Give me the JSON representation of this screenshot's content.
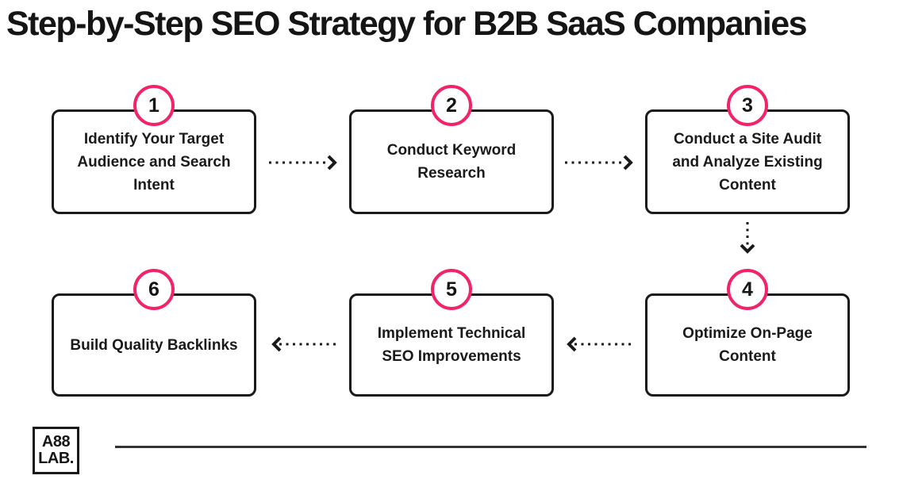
{
  "title": "Step-by-Step SEO Strategy for B2B SaaS Companies",
  "steps": [
    {
      "number": "1",
      "label": "Identify Your Target Audience and Search Intent"
    },
    {
      "number": "2",
      "label": "Conduct Keyword Research"
    },
    {
      "number": "3",
      "label": "Conduct a Site Audit and Analyze Existing Content"
    },
    {
      "number": "4",
      "label": "Optimize On-Page Content"
    },
    {
      "number": "5",
      "label": "Implement Technical SEO Improvements"
    },
    {
      "number": "6",
      "label": "Build Quality Backlinks"
    }
  ],
  "flow_arrows": [
    {
      "from": "1",
      "to": "2",
      "direction": "right"
    },
    {
      "from": "2",
      "to": "3",
      "direction": "right"
    },
    {
      "from": "3",
      "to": "4",
      "direction": "down"
    },
    {
      "from": "4",
      "to": "5",
      "direction": "left"
    },
    {
      "from": "5",
      "to": "6",
      "direction": "left"
    }
  ],
  "logo": {
    "line1": "A88",
    "line2": "LAB."
  },
  "colors": {
    "accent_pink": "#F1246B",
    "text_black": "#151515",
    "divider_gray": "#333333"
  }
}
